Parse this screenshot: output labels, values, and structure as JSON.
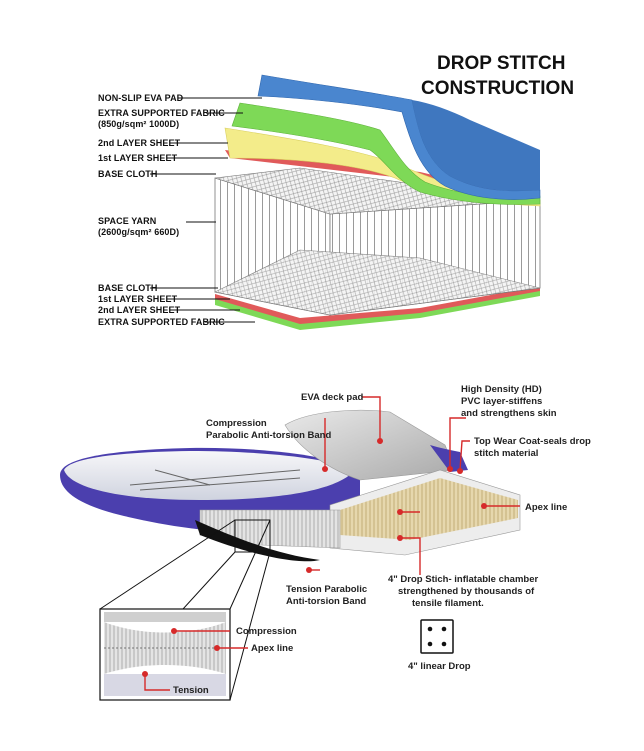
{
  "title": {
    "line1": "DROP STITCH",
    "line2": "CONSTRUCTION"
  },
  "top_labels": {
    "eva_pad": "NON-SLIP EVA PAD",
    "extra_fabric_1": "EXTRA SUPPORTED FABRIC",
    "extra_fabric_spec": "(850g/sqm²  1000D)",
    "second_layer_top": "2nd LAYER SHEET",
    "first_layer_top": "1st LAYER SHEET",
    "base_cloth_top": "BASE CLOTH",
    "space_yarn": "SPACE YARN",
    "space_yarn_spec": "(2600g/sqm²  660D)",
    "base_cloth_bottom": "BASE CLOTH",
    "first_layer_bottom": "1st LAYER SHEET",
    "second_layer_bottom": "2nd LAYER SHEET",
    "extra_fabric_bottom": "EXTRA SUPPORTED FABRIC"
  },
  "bottom_labels": {
    "eva_deck": "EVA deck pad",
    "hd_line1": "High Density (HD)",
    "hd_line2": "PVC layer-stiffens",
    "hd_line3": "and strengthens skin",
    "comp_line1": "Compression",
    "comp_line2": "Parabolic Anti-torsion Band",
    "topwear_line1": "Top Wear Coat-seals drop",
    "topwear_line2": "stitch material",
    "apex": "Apex line",
    "tension_line1": "Tension Parabolic",
    "tension_line2": "Anti-torsion Band",
    "drop_line1": "4\" Drop Stich- inflatable chamber",
    "drop_line2": "strengthened by thousands of",
    "drop_line3": "tensile filament.",
    "linear_drop": "4\" linear Drop",
    "inset_compression": "Compression",
    "inset_apex": "Apex line",
    "inset_tension": "Tension"
  },
  "colors": {
    "eva_blue": "#4a86cf",
    "green": "#7ed957",
    "yellow": "#f3ec8a",
    "red": "#e05a5a",
    "board_purple": "#4b3fae",
    "leader_red": "#d62a2a",
    "tan": "#d9c79a"
  }
}
